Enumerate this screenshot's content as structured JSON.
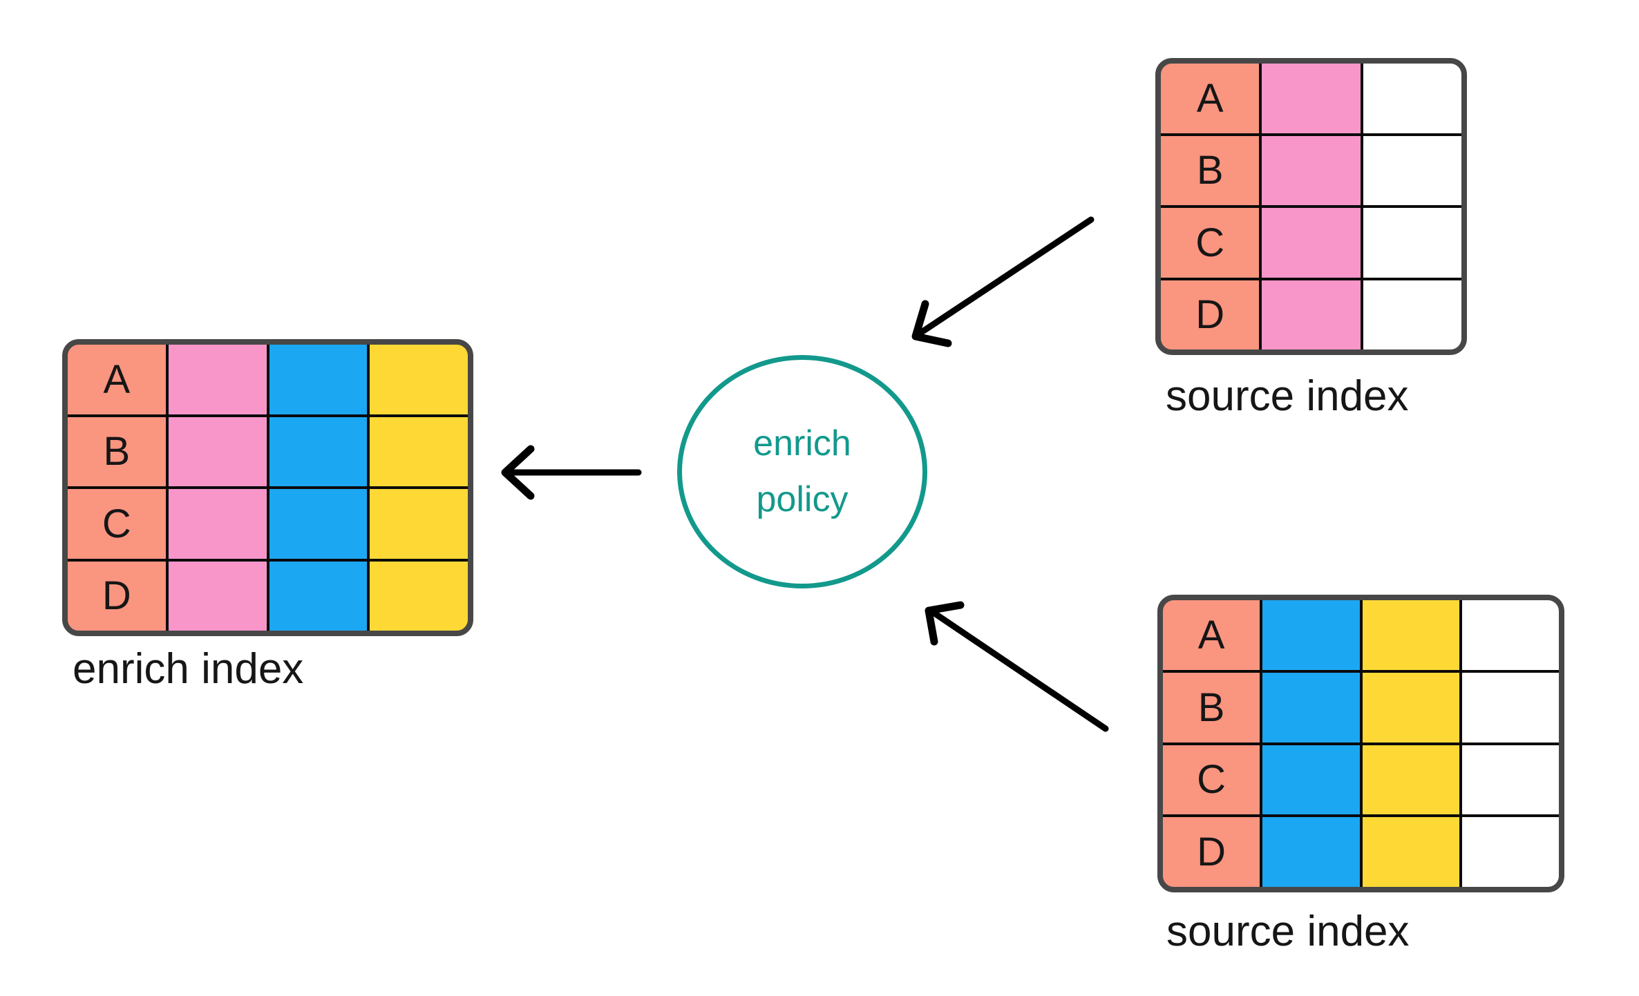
{
  "colors": {
    "salmon": "#FA9580",
    "pink": "#F896CA",
    "blue": "#1CA7F2",
    "yellow": "#FED936",
    "white": "#FFFFFF",
    "teal": "#12998C",
    "table_border": "#474747",
    "grid_line": "#0A0A0A",
    "arrow": "#000000",
    "text": "#161616"
  },
  "policy": {
    "line1": "enrich",
    "line2": "policy"
  },
  "tables": {
    "source_top": {
      "label": "source index",
      "row_keys": [
        "A",
        "B",
        "C",
        "D"
      ],
      "columns": [
        "salmon",
        "pink",
        "white"
      ]
    },
    "source_bottom": {
      "label": "source index",
      "row_keys": [
        "A",
        "B",
        "C",
        "D"
      ],
      "columns": [
        "salmon",
        "blue",
        "yellow",
        "white"
      ]
    },
    "enrich": {
      "label": "enrich index",
      "row_keys": [
        "A",
        "B",
        "C",
        "D"
      ],
      "columns": [
        "salmon",
        "pink",
        "blue",
        "yellow"
      ]
    }
  }
}
